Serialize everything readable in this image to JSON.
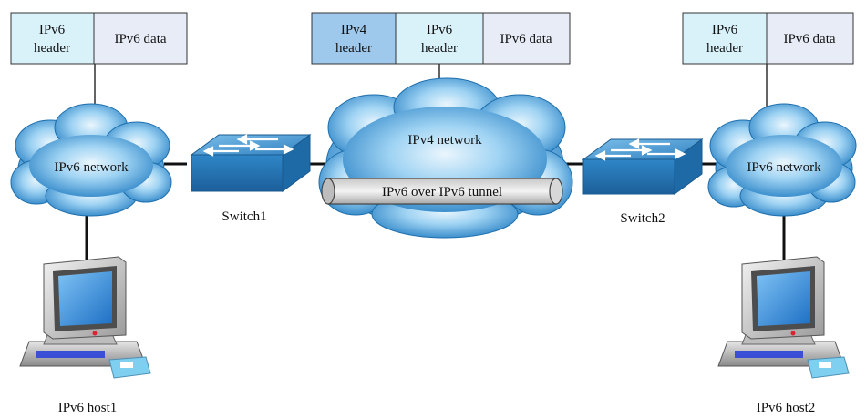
{
  "packets": {
    "left": {
      "header": [
        "IPv6",
        "header"
      ],
      "data": "IPv6 data"
    },
    "middle": {
      "outer_header": [
        "IPv4",
        "header"
      ],
      "inner_header": [
        "IPv6",
        "header"
      ],
      "data": "IPv6 data"
    },
    "right": {
      "header": [
        "IPv6",
        "header"
      ],
      "data": "IPv6 data"
    }
  },
  "clouds": {
    "left": "IPv6 network",
    "middle": "IPv4 network",
    "right": "IPv6 network"
  },
  "tunnel": {
    "label": "IPv6 over IPv6 tunnel"
  },
  "switches": {
    "left": "Switch1",
    "right": "Switch2"
  },
  "hosts": {
    "left": "IPv6 host1",
    "right": "IPv6 host2"
  },
  "colors": {
    "ipv6_header": "#d9f2fa",
    "ipv4_header": "#9fc9ec",
    "data_box": "#e8ecf7",
    "cloud": "#2f87c9",
    "switch": "#3a8fc9"
  }
}
